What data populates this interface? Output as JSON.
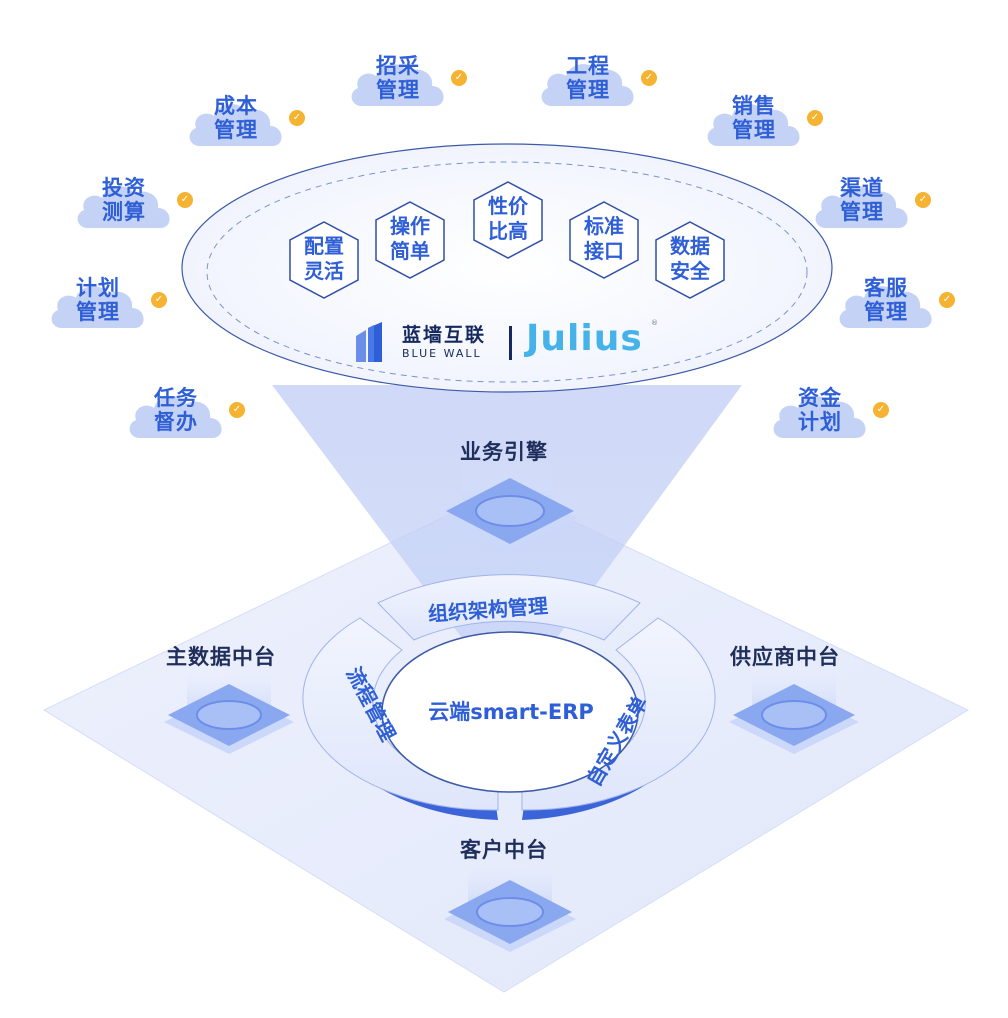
{
  "clouds": [
    {
      "line1": "招采",
      "line2": "管理"
    },
    {
      "line1": "工程",
      "line2": "管理"
    },
    {
      "line1": "成本",
      "line2": "管理"
    },
    {
      "line1": "销售",
      "line2": "管理"
    },
    {
      "line1": "投资",
      "line2": "测算"
    },
    {
      "line1": "渠道",
      "line2": "管理"
    },
    {
      "line1": "计划",
      "line2": "管理"
    },
    {
      "line1": "客服",
      "line2": "管理"
    },
    {
      "line1": "任务",
      "line2": "督办"
    },
    {
      "line1": "资金",
      "line2": "计划"
    }
  ],
  "features": [
    {
      "line1": "配置",
      "line2": "灵活"
    },
    {
      "line1": "操作",
      "line2": "简单"
    },
    {
      "line1": "性价",
      "line2": "比高"
    },
    {
      "line1": "标准",
      "line2": "接口"
    },
    {
      "line1": "数据",
      "line2": "安全"
    }
  ],
  "brand": {
    "cn_name": "蓝墙互联",
    "en_name": "BLUE WALL",
    "partner": "Julius",
    "reg_mark": "®"
  },
  "engine": {
    "label": "业务引擎"
  },
  "platforms": {
    "master_data": "主数据中台",
    "supplier": "供应商中台",
    "customer": "客户中台"
  },
  "ring": {
    "center": "云端smart-ERP",
    "top": "组织架构管理",
    "left": "流程管理",
    "right": "自定义表单"
  },
  "colors": {
    "primary": "#2f5fd6",
    "accent_light": "#45b3ea",
    "badge": "#f5b331",
    "platform_top": "#7ea2f2",
    "base_plane": "#e9edfb"
  },
  "icons": {
    "badge": "check-icon"
  }
}
